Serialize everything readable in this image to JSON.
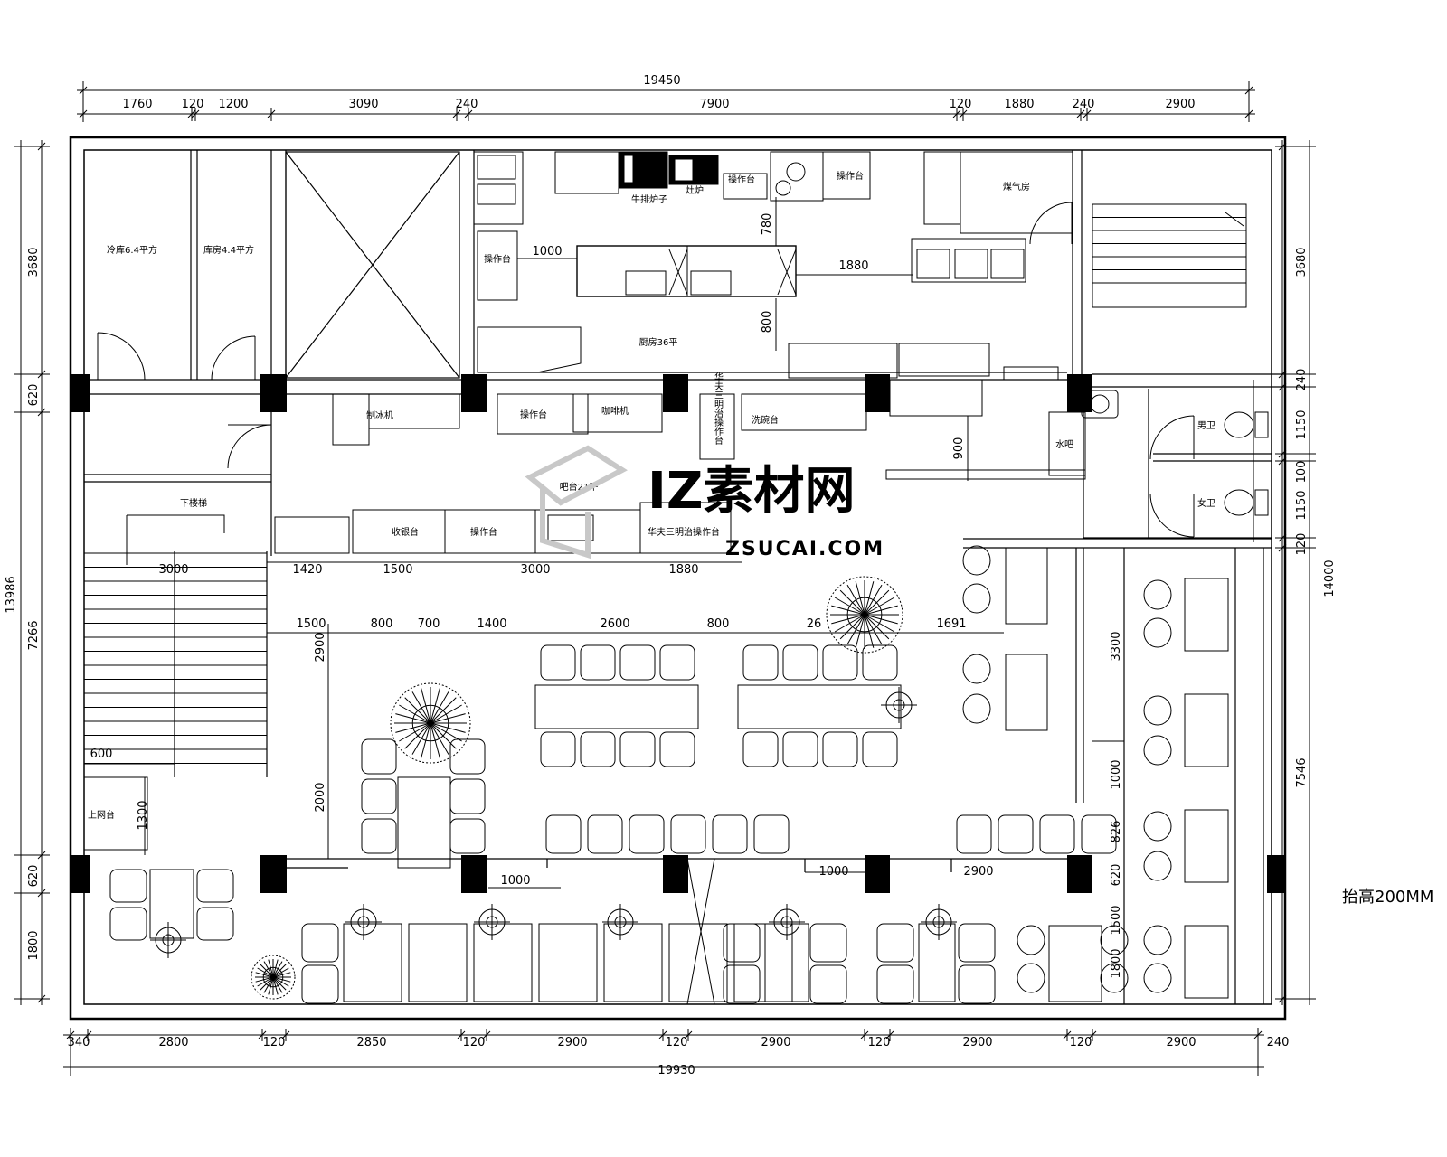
{
  "dimensions": {
    "top_total": "19450",
    "top": [
      "1760",
      "120",
      "1200",
      "3090",
      "240",
      "7900",
      "120",
      "1880",
      "240",
      "2900"
    ],
    "bottom_total": "19930",
    "bottom": [
      "340",
      "2800",
      "120",
      "2850",
      "120",
      "2900",
      "120",
      "2900",
      "120",
      "2900",
      "120",
      "2900",
      "240"
    ],
    "left_total": "13986",
    "left": [
      "3680",
      "620",
      "7266",
      "620",
      "1800"
    ],
    "right_total": "14000",
    "right": [
      "3680",
      "7546"
    ],
    "right_inner": [
      "240",
      "1150",
      "100",
      "1150",
      "120"
    ],
    "right_inner2": [
      "3300",
      "1000",
      "826",
      "620",
      "1500",
      "1800"
    ],
    "interior": {
      "kitchen": [
        "1000",
        "780",
        "1880",
        "800"
      ],
      "bar_900": "900",
      "bar_row": [
        "1420",
        "1500",
        "3000",
        "1880"
      ],
      "stair_3000": "3000",
      "dining_row": [
        "1500",
        "800",
        "700",
        "1400",
        "2600",
        "800",
        "26",
        "1691"
      ],
      "left_vert": [
        "2900",
        "2000"
      ],
      "stair_600": "600",
      "stair_1300": "1300",
      "lower": [
        "1000",
        "1000",
        "2900"
      ]
    }
  },
  "rooms": {
    "cold_storage": "冷库6.4平方",
    "storage": "库房4.4平方",
    "kitchen": "厨房36平",
    "gas_room": "煤气房",
    "bar": "吧台21平",
    "downstairs": "下楼梯",
    "male_wc": "男卫",
    "female_wc": "女卫",
    "upstairs": "上网台",
    "prep_table_1": "操作台",
    "prep_table_2": "操作台",
    "prep_table_3": "操作台",
    "prep_table_4": "操作台",
    "prep_table_5": "操作台",
    "steak_stove": "牛排炉子",
    "stove": "灶炉",
    "ice_machine": "制冰机",
    "sandwich_table": "华夫三明治操作台",
    "sandwich_vertical": "华夫三明治操作台",
    "cashier": "收银台",
    "water_bar": "水吧",
    "dishwash": "洗碗台",
    "coffee": "咖啡机"
  },
  "watermark": {
    "cn": "IZ素材网",
    "en": "ZSUCAI.COM"
  },
  "note": "抬高200MM"
}
